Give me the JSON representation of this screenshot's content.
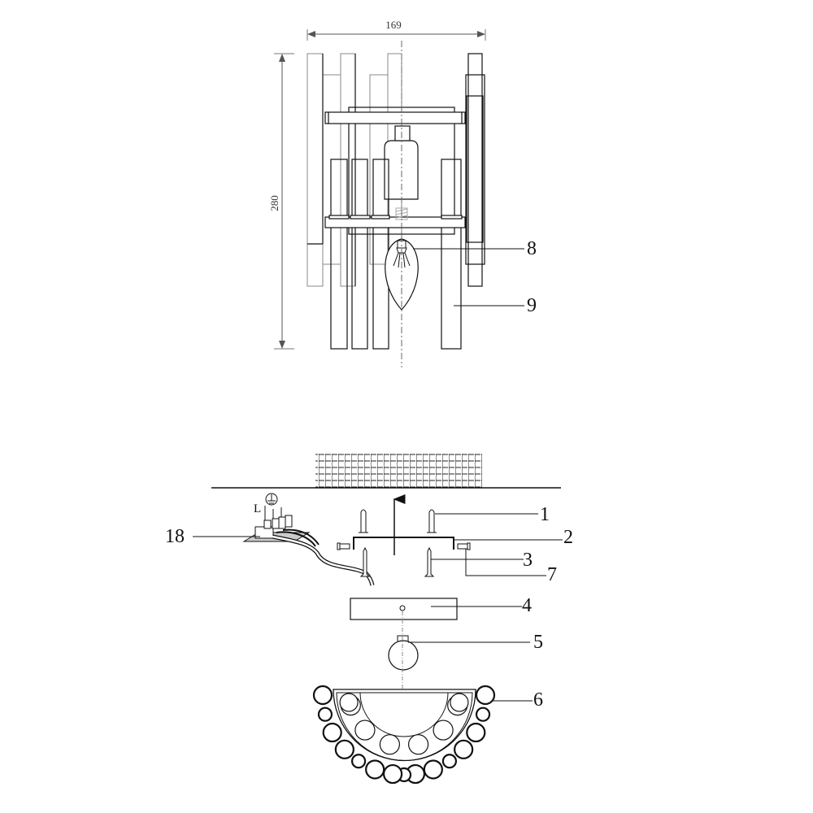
{
  "dimensions": {
    "width": "169",
    "height": "280"
  },
  "side_view_callouts": {
    "bulb": "8",
    "crystal_bar": "9"
  },
  "exploded_view_callouts": {
    "wall_anchor": "1",
    "mounting_bracket": "2",
    "screw": "3",
    "canopy": "4",
    "nut": "5",
    "crystal_shade": "6",
    "bracket_screw": "7",
    "terminal_block": "18"
  },
  "terminal_labels": {
    "live": "L",
    "ground_symbol": "earth-ground-icon"
  },
  "colors": {
    "line": "#111111",
    "hidden_line": "#8a8a8a"
  }
}
